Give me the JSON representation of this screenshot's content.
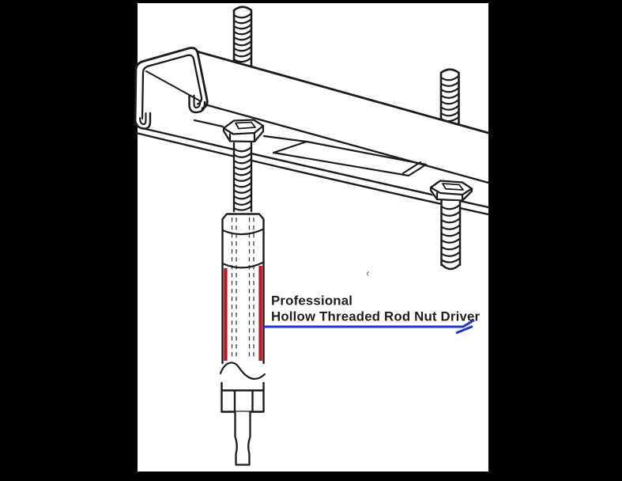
{
  "scene": {
    "frame_color": "#000000",
    "canvas_color": "#ffffff",
    "ink_color": "#1c1c1c"
  },
  "callout": {
    "line1": "Professional",
    "line2": "Hollow Threaded Rod Nut Driver",
    "text_color": "#1d1d1d",
    "arrow_color": "#2434c9"
  },
  "highlight": {
    "color": "#c01a20",
    "meaning": "hollow driver shaft walls"
  },
  "parts": {
    "channel": "strut-channel",
    "rod": "threaded-rod",
    "nut": "hex-nut",
    "driver": "hollow-nut-driver"
  }
}
